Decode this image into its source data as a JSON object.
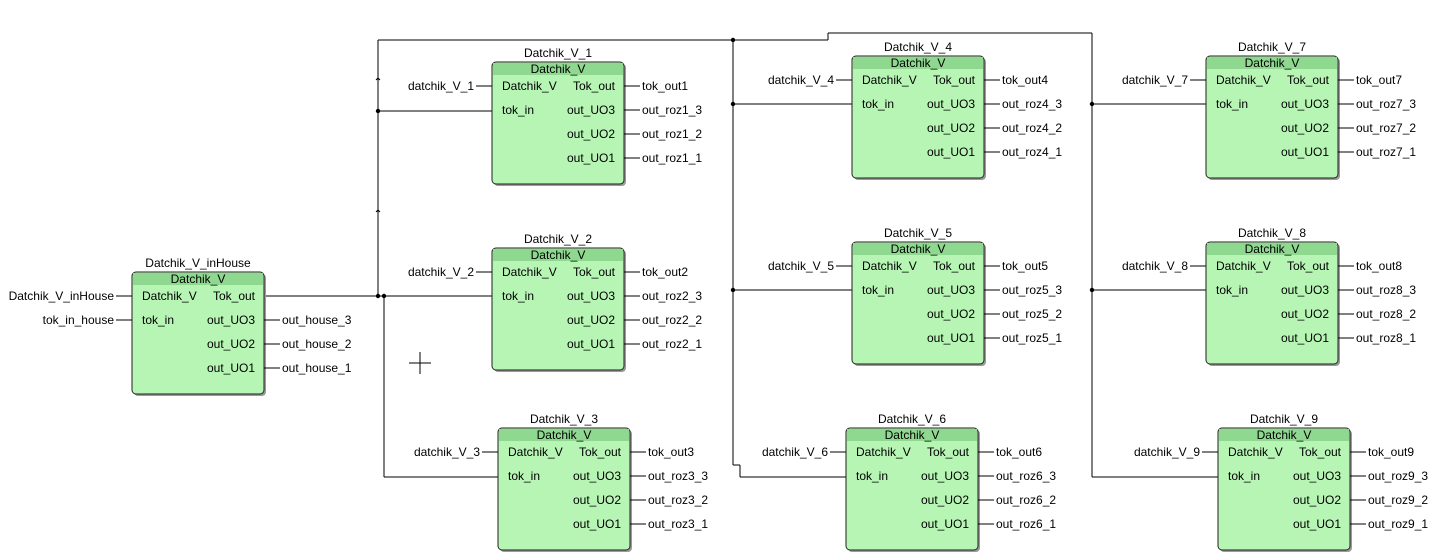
{
  "colors": {
    "block_fill": "#b6f5b4",
    "block_header": "#8fd88f",
    "wire": "#000000",
    "background": "#ffffff"
  },
  "blocks": [
    {
      "instance": "Datchik_V_inHouse",
      "type": "Datchik_V",
      "inputs": [
        {
          "port": "Datchik_V",
          "signal": "Datchik_V_inHouse"
        },
        {
          "port": "tok_in",
          "signal": "tok_in_house"
        }
      ],
      "outputs": [
        {
          "port": "Tok_out",
          "signal": ""
        },
        {
          "port": "out_UO3",
          "signal": "out_house_3"
        },
        {
          "port": "out_UO2",
          "signal": "out_house_2"
        },
        {
          "port": "out_UO1",
          "signal": "out_house_1"
        }
      ]
    },
    {
      "instance": "Datchik_V_1",
      "type": "Datchik_V",
      "inputs": [
        {
          "port": "Datchik_V",
          "signal": "datchik_V_1"
        },
        {
          "port": "tok_in",
          "signal": ""
        }
      ],
      "outputs": [
        {
          "port": "Tok_out",
          "signal": "tok_out1"
        },
        {
          "port": "out_UO3",
          "signal": "out_roz1_3"
        },
        {
          "port": "out_UO2",
          "signal": "out_roz1_2"
        },
        {
          "port": "out_UO1",
          "signal": "out_roz1_1"
        }
      ]
    },
    {
      "instance": "Datchik_V_2",
      "type": "Datchik_V",
      "inputs": [
        {
          "port": "Datchik_V",
          "signal": "datchik_V_2"
        },
        {
          "port": "tok_in",
          "signal": ""
        }
      ],
      "outputs": [
        {
          "port": "Tok_out",
          "signal": "tok_out2"
        },
        {
          "port": "out_UO3",
          "signal": "out_roz2_3"
        },
        {
          "port": "out_UO2",
          "signal": "out_roz2_2"
        },
        {
          "port": "out_UO1",
          "signal": "out_roz2_1"
        }
      ]
    },
    {
      "instance": "Datchik_V_3",
      "type": "Datchik_V",
      "inputs": [
        {
          "port": "Datchik_V",
          "signal": "datchik_V_3"
        },
        {
          "port": "tok_in",
          "signal": ""
        }
      ],
      "outputs": [
        {
          "port": "Tok_out",
          "signal": "tok_out3"
        },
        {
          "port": "out_UO3",
          "signal": "out_roz3_3"
        },
        {
          "port": "out_UO2",
          "signal": "out_roz3_2"
        },
        {
          "port": "out_UO1",
          "signal": "out_roz3_1"
        }
      ]
    },
    {
      "instance": "Datchik_V_4",
      "type": "Datchik_V",
      "inputs": [
        {
          "port": "Datchik_V",
          "signal": "datchik_V_4"
        },
        {
          "port": "tok_in",
          "signal": ""
        }
      ],
      "outputs": [
        {
          "port": "Tok_out",
          "signal": "tok_out4"
        },
        {
          "port": "out_UO3",
          "signal": "out_roz4_3"
        },
        {
          "port": "out_UO2",
          "signal": "out_roz4_2"
        },
        {
          "port": "out_UO1",
          "signal": "out_roz4_1"
        }
      ]
    },
    {
      "instance": "Datchik_V_5",
      "type": "Datchik_V",
      "inputs": [
        {
          "port": "Datchik_V",
          "signal": "datchik_V_5"
        },
        {
          "port": "tok_in",
          "signal": ""
        }
      ],
      "outputs": [
        {
          "port": "Tok_out",
          "signal": "tok_out5"
        },
        {
          "port": "out_UO3",
          "signal": "out_roz5_3"
        },
        {
          "port": "out_UO2",
          "signal": "out_roz5_2"
        },
        {
          "port": "out_UO1",
          "signal": "out_roz5_1"
        }
      ]
    },
    {
      "instance": "Datchik_V_6",
      "type": "Datchik_V",
      "inputs": [
        {
          "port": "Datchik_V",
          "signal": "datchik_V_6"
        },
        {
          "port": "tok_in",
          "signal": ""
        }
      ],
      "outputs": [
        {
          "port": "Tok_out",
          "signal": "tok_out6"
        },
        {
          "port": "out_UO3",
          "signal": "out_roz6_3"
        },
        {
          "port": "out_UO2",
          "signal": "out_roz6_2"
        },
        {
          "port": "out_UO1",
          "signal": "out_roz6_1"
        }
      ]
    },
    {
      "instance": "Datchik_V_7",
      "type": "Datchik_V",
      "inputs": [
        {
          "port": "Datchik_V",
          "signal": "datchik_V_7"
        },
        {
          "port": "tok_in",
          "signal": ""
        }
      ],
      "outputs": [
        {
          "port": "Tok_out",
          "signal": "tok_out7"
        },
        {
          "port": "out_UO3",
          "signal": "out_roz7_3"
        },
        {
          "port": "out_UO2",
          "signal": "out_roz7_2"
        },
        {
          "port": "out_UO1",
          "signal": "out_roz7_1"
        }
      ]
    },
    {
      "instance": "Datchik_V_8",
      "type": "Datchik_V",
      "inputs": [
        {
          "port": "Datchik_V",
          "signal": "datchik_V_8"
        },
        {
          "port": "tok_in",
          "signal": ""
        }
      ],
      "outputs": [
        {
          "port": "Tok_out",
          "signal": "tok_out8"
        },
        {
          "port": "out_UO3",
          "signal": "out_roz8_3"
        },
        {
          "port": "out_UO2",
          "signal": "out_roz8_2"
        },
        {
          "port": "out_UO1",
          "signal": "out_roz8_1"
        }
      ]
    },
    {
      "instance": "Datchik_V_9",
      "type": "Datchik_V",
      "inputs": [
        {
          "port": "Datchik_V",
          "signal": "datchik_V_9"
        },
        {
          "port": "tok_in",
          "signal": ""
        }
      ],
      "outputs": [
        {
          "port": "Tok_out",
          "signal": "tok_out9"
        },
        {
          "port": "out_UO3",
          "signal": "out_roz9_3"
        },
        {
          "port": "out_UO2",
          "signal": "out_roz9_2"
        },
        {
          "port": "out_UO1",
          "signal": "out_roz9_1"
        }
      ]
    }
  ],
  "cursor": "crosshair-cursor-icon"
}
